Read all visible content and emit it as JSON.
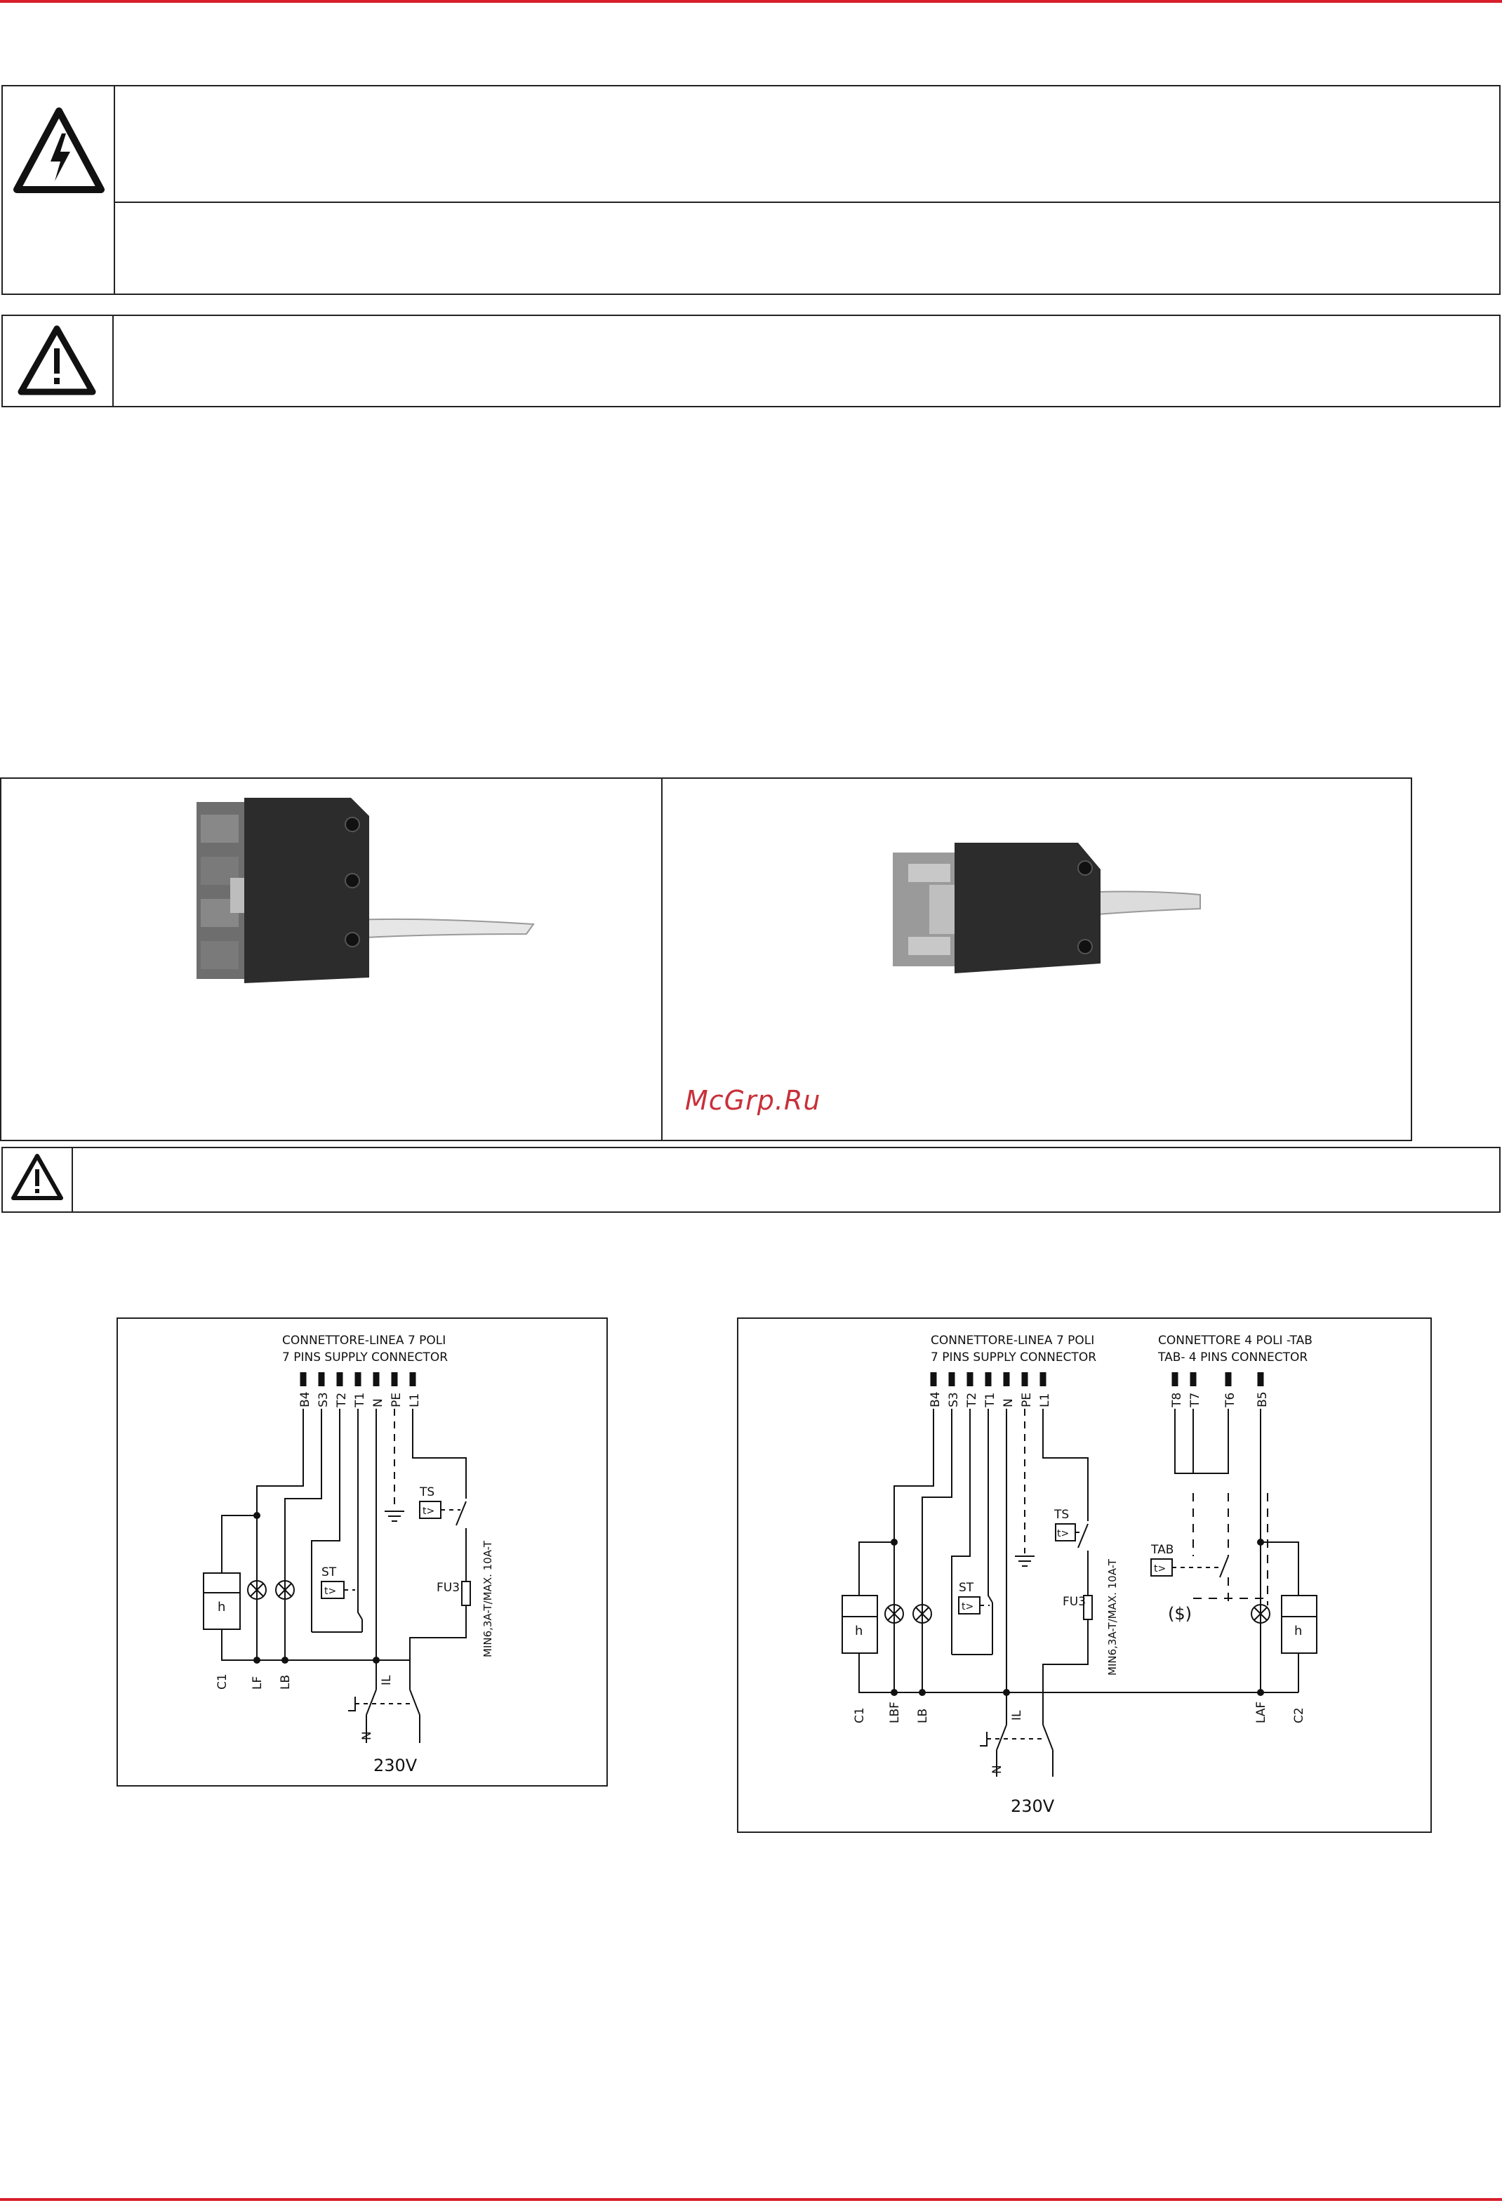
{
  "colors": {
    "accent_red": "#d81e2b",
    "border": "#222222",
    "watermark": "#c8303a"
  },
  "icons": {
    "electric_warning": "electric-hazard-triangle",
    "general_warning": "exclamation-triangle"
  },
  "watermark": {
    "text": "McGrp.Ru"
  },
  "diagram_left": {
    "connector_title_it": "CONNETTORE-LINEA 7 POLI",
    "connector_title_en": "7 PINS SUPPLY CONNECTOR",
    "pins": [
      "B4",
      "S3",
      "T2",
      "T1",
      "N",
      "PE",
      "L1"
    ],
    "ts_label": "TS",
    "st_label": "ST",
    "fuse_label": "FU3",
    "fuse_rating": "MIN6,3A-T/MAX. 10A-T",
    "thermo_glyph": "t>",
    "heater_glyph": "h",
    "bottom_labels": [
      "C1",
      "LF",
      "LB"
    ],
    "switch_label": "IL",
    "neutral_label": "N",
    "voltage": "230V"
  },
  "diagram_right": {
    "connector_title_it": "CONNETTORE-LINEA 7 POLI",
    "connector_title_en": "7 PINS SUPPLY CONNECTOR",
    "tab_title_it": "CONNETTORE 4 POLI -TAB",
    "tab_title_en": "TAB- 4 PINS CONNECTOR",
    "pins": [
      "B4",
      "S3",
      "T2",
      "T1",
      "N",
      "PE",
      "L1"
    ],
    "tab_pins": [
      "T8",
      "T7",
      "T6",
      "B5"
    ],
    "ts_label": "TS",
    "st_label": "ST",
    "tab_label": "TAB",
    "fuse_label": "FU3",
    "fuse_rating": "MIN6,3A-T/MAX. 10A-T",
    "thermo_glyph": "t>",
    "heater_glyph": "h",
    "snowflake_glyph": "($)",
    "bottom_labels": [
      "C1",
      "LBF",
      "LB"
    ],
    "bottom_labels_right": [
      "LAF",
      "C2"
    ],
    "switch_label": "IL",
    "neutral_label": "N",
    "voltage": "230V"
  }
}
